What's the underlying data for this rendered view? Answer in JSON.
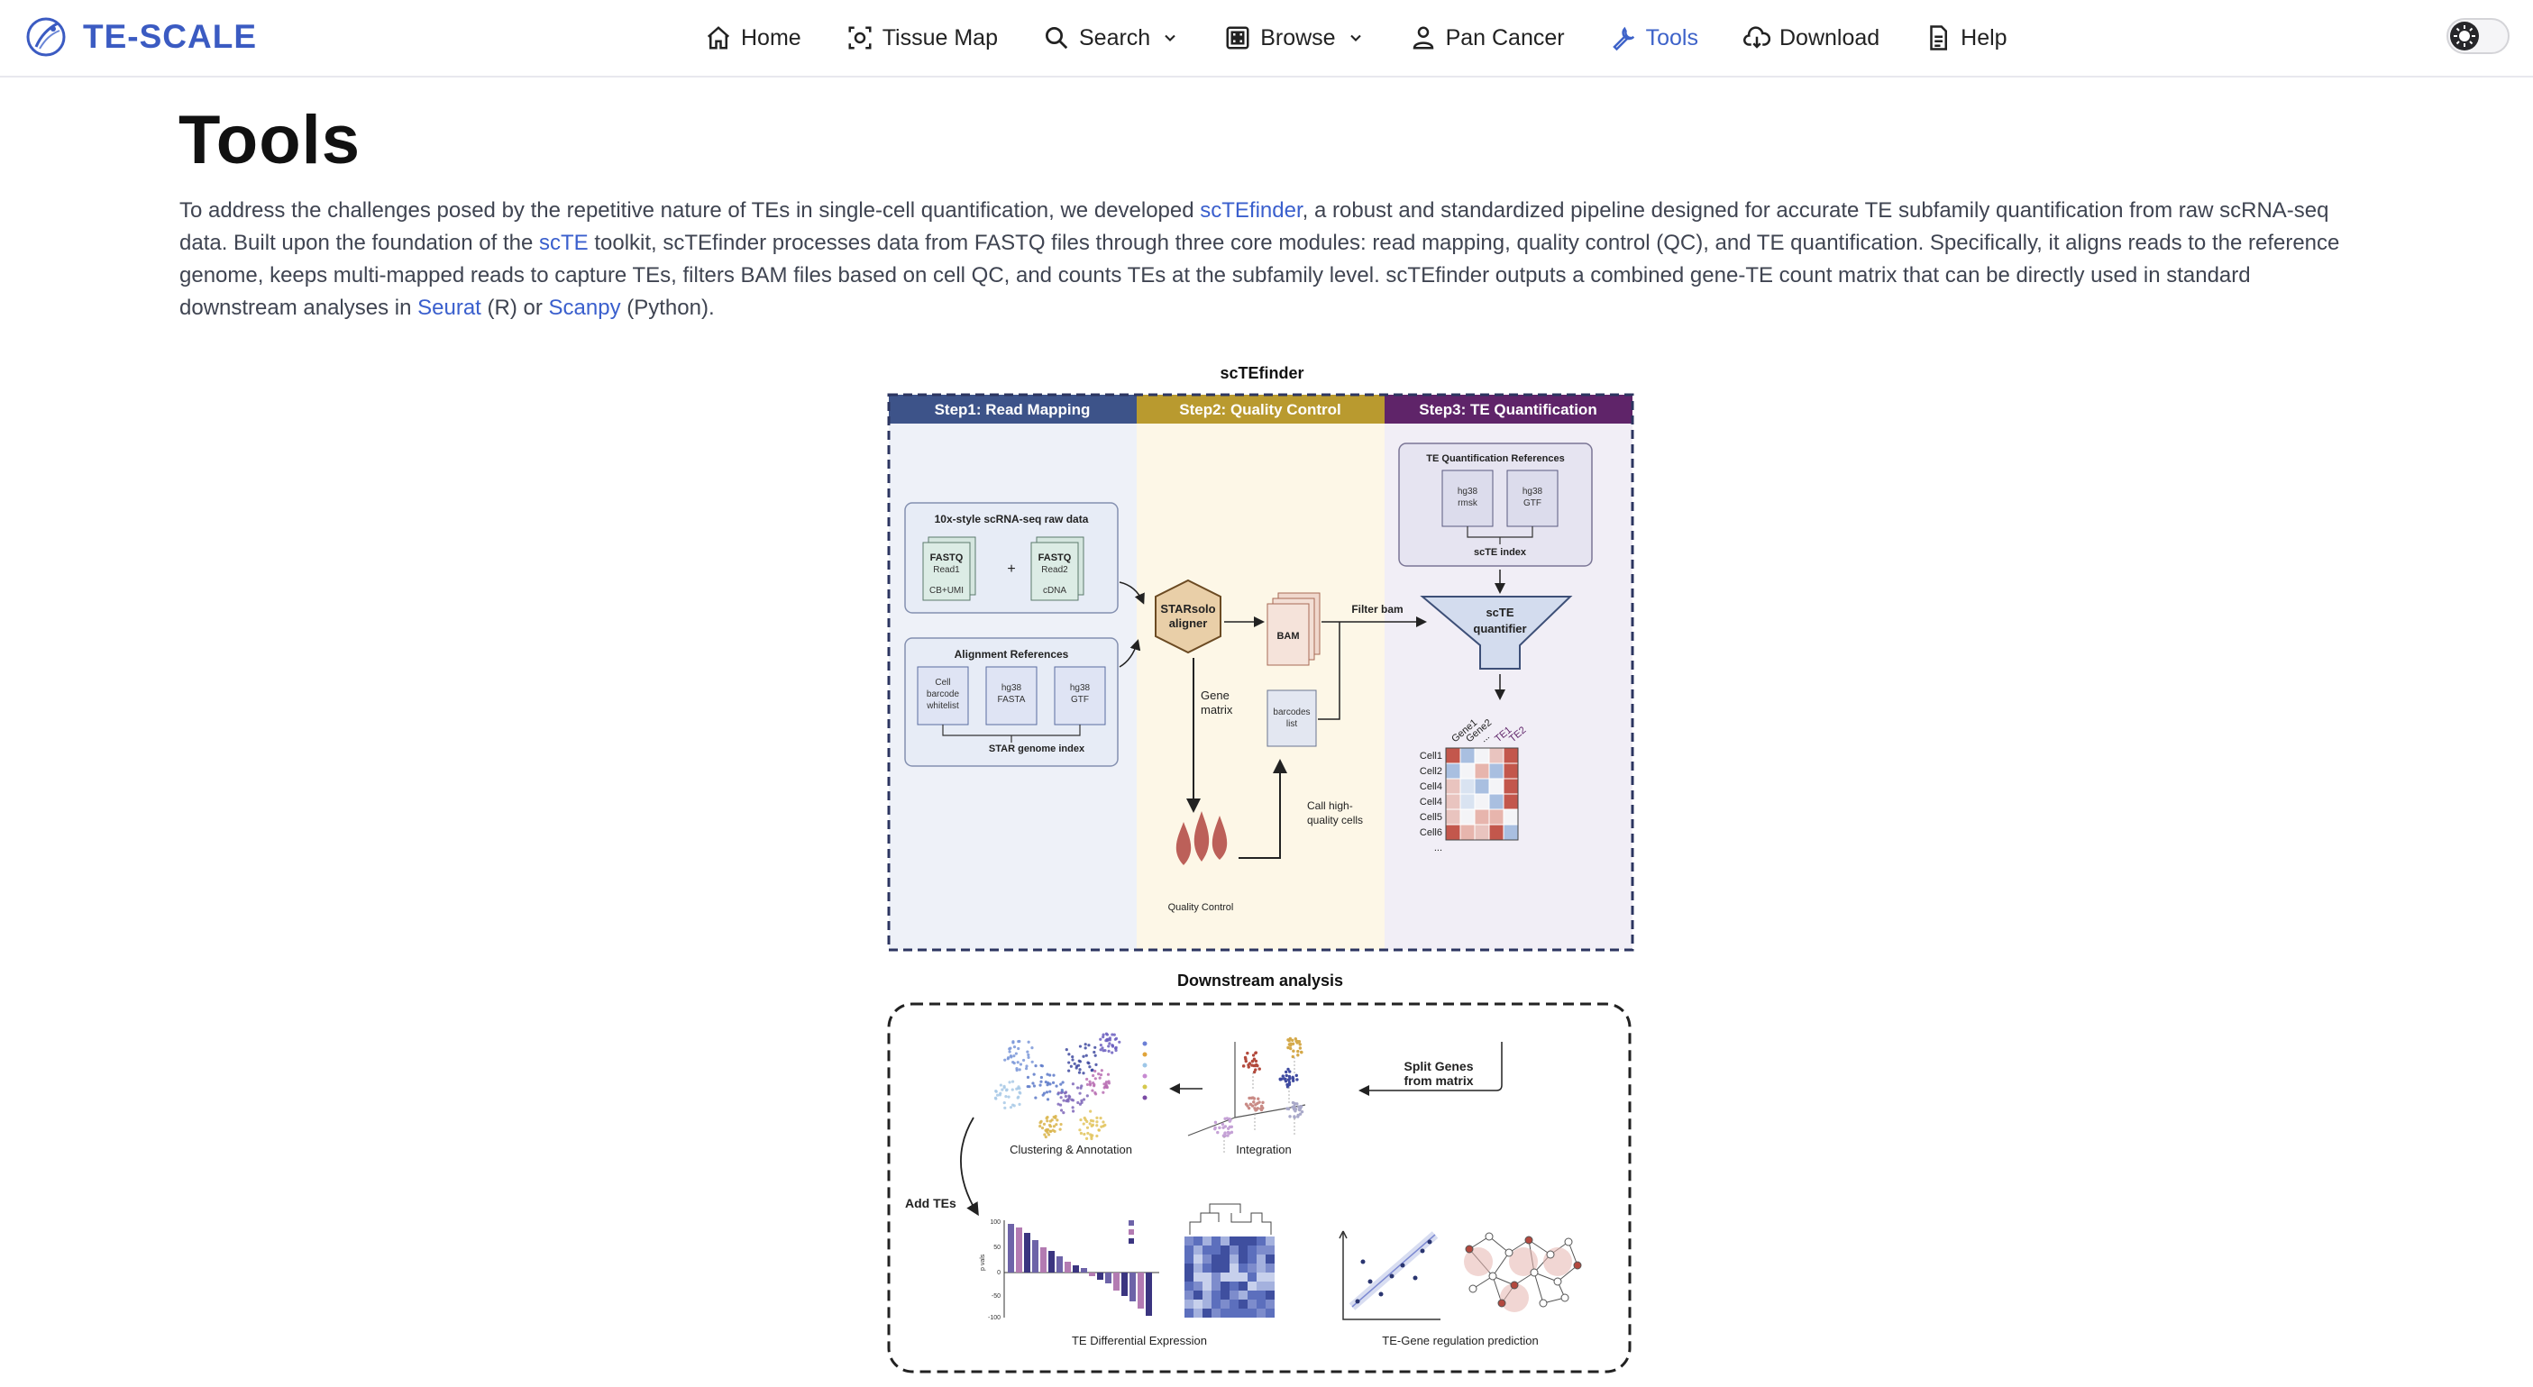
{
  "brand": {
    "name": "TE-SCALE"
  },
  "nav": {
    "items": [
      {
        "label": "Home",
        "icon": "home-icon"
      },
      {
        "label": "Tissue Map",
        "icon": "scan-icon"
      },
      {
        "label": "Search",
        "icon": "search-icon"
      },
      {
        "label": "Browse",
        "icon": "grid-icon"
      },
      {
        "label": "Pan Cancer",
        "icon": "person-icon"
      },
      {
        "label": "Tools",
        "icon": "wrench-icon",
        "active": true
      },
      {
        "label": "Download",
        "icon": "cloud-download-icon"
      },
      {
        "label": "Help",
        "icon": "document-icon"
      }
    ],
    "accent_color": "#3e63c9"
  },
  "page": {
    "title": "Tools",
    "desc": {
      "p1": "To address the challenges posed by the repetitive nature of TEs in single-cell quantification, we developed ",
      "link1": "scTEfinder",
      "p2": ", a robust and standardized pipeline designed for accurate TE subfamily quantification from raw scRNA-seq data. Built upon the foundation of the ",
      "link2": "scTE",
      "p3": " toolkit, scTEfinder processes data from FASTQ files through three core modules: read mapping, quality control (QC), and TE quantification. Specifically, it aligns reads to the reference genome, keeps multi-mapped reads to capture TEs, filters BAM files based on cell QC, and counts TEs at the subfamily level. scTEfinder outputs a combined gene-TE count matrix that can be directly used in standard downstream analyses in ",
      "link3": "Seurat",
      "p4": " (R) or ",
      "link4": "Scanpy",
      "p5": " (Python)."
    }
  },
  "figure": {
    "title": "scTEfinder",
    "steps": {
      "s1": "Step1: Read Mapping",
      "s2": "Step2: Quality Control",
      "s3": "Step3: TE Quantification"
    },
    "step_colors": {
      "s1": "#3d5389",
      "s2": "#b99a2f",
      "s3": "#5f2469"
    },
    "raw": {
      "title": "10x-style scRNA-seq raw data",
      "fq1": "FASTQ",
      "fq1b": "Read1",
      "fq1c": "CB+UMI",
      "fq2": "FASTQ",
      "fq2b": "Read2",
      "fq2c": "cDNA",
      "plus": "+"
    },
    "align": {
      "title": "Alignment References",
      "c1a": "Cell",
      "c1b": "barcode",
      "c1c": "whitelist",
      "c2a": "hg38",
      "c2b": "FASTA",
      "c3a": "hg38",
      "c3b": "GTF",
      "index": "STAR genome index"
    },
    "star": {
      "l1": "STARsolo",
      "l2": "aligner"
    },
    "bam": "BAM",
    "filter": "Filter bam",
    "gene_matrix": {
      "l1": "Gene",
      "l2": "matrix"
    },
    "barcodes": {
      "l1": "barcodes",
      "l2": "list"
    },
    "call": {
      "l1": "Call high-",
      "l2": "quality cells"
    },
    "qc": "Quality Control",
    "te_ref": {
      "title": "TE Quantification References",
      "b1a": "hg38",
      "b1b": "rmsk",
      "b2a": "hg38",
      "b2b": "GTF",
      "index": "scTE index"
    },
    "quant": {
      "l1": "scTE",
      "l2": "quantifier"
    },
    "matrix": {
      "cols": [
        "Gene1",
        "Gene2",
        "...",
        "TE1",
        "TE2"
      ],
      "rows": [
        "Cell1",
        "Cell2",
        "Cell4",
        "Cell4",
        "Cell5",
        "Cell6",
        "..."
      ]
    },
    "downstream": {
      "title": "Downstream analysis",
      "clustering": "Clustering & Annotation",
      "integration": "Integration",
      "split1": "Split Genes",
      "split2": "from matrix",
      "add": "Add TEs",
      "de": "TE Differential Expression",
      "reg": "TE-Gene regulation prediction",
      "axis_ticks": [
        "100",
        "50",
        "0",
        "-50",
        "-100"
      ],
      "axis_label": "p vals"
    }
  }
}
